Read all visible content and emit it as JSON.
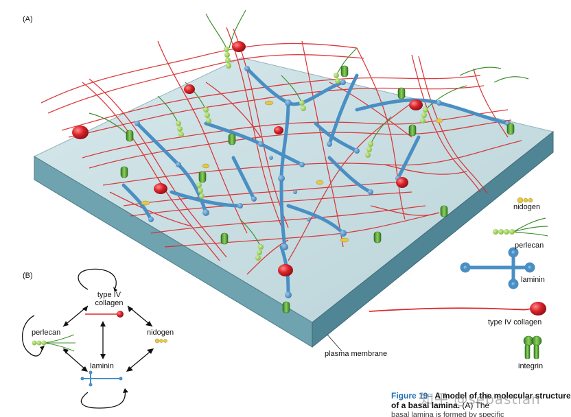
{
  "panel_labels": {
    "a": "(A)",
    "b": "(B)"
  },
  "legend": {
    "nidogen": "nidogen",
    "perlecan": "perlecan",
    "laminin": "laminin",
    "type_iv_collagen": "type IV collagen",
    "integrin": "integrin"
  },
  "membrane_label": "plasma membrane",
  "network": {
    "type_iv_collagen_line1": "type IV",
    "type_iv_collagen_line2": "collagen",
    "perlecan": "perlecan",
    "nidogen": "nidogen",
    "laminin": "laminin"
  },
  "caption": {
    "figure_number": "Figure 19–",
    "title": "A model of the molecular structure of a basal lamina.",
    "text": " (A) The",
    "cut_line": "basal lamina is formed by specific"
  },
  "watermark": "知乎 @sebastian",
  "colors": {
    "collagen": "#d9282a",
    "laminin": "#4a8fc4",
    "perlecan": "#8cc24a",
    "nidogen": "#e2c94a",
    "integrin": "#3f8f2e",
    "membrane_top": "#c7dde1",
    "membrane_side": "#5f97a6"
  }
}
